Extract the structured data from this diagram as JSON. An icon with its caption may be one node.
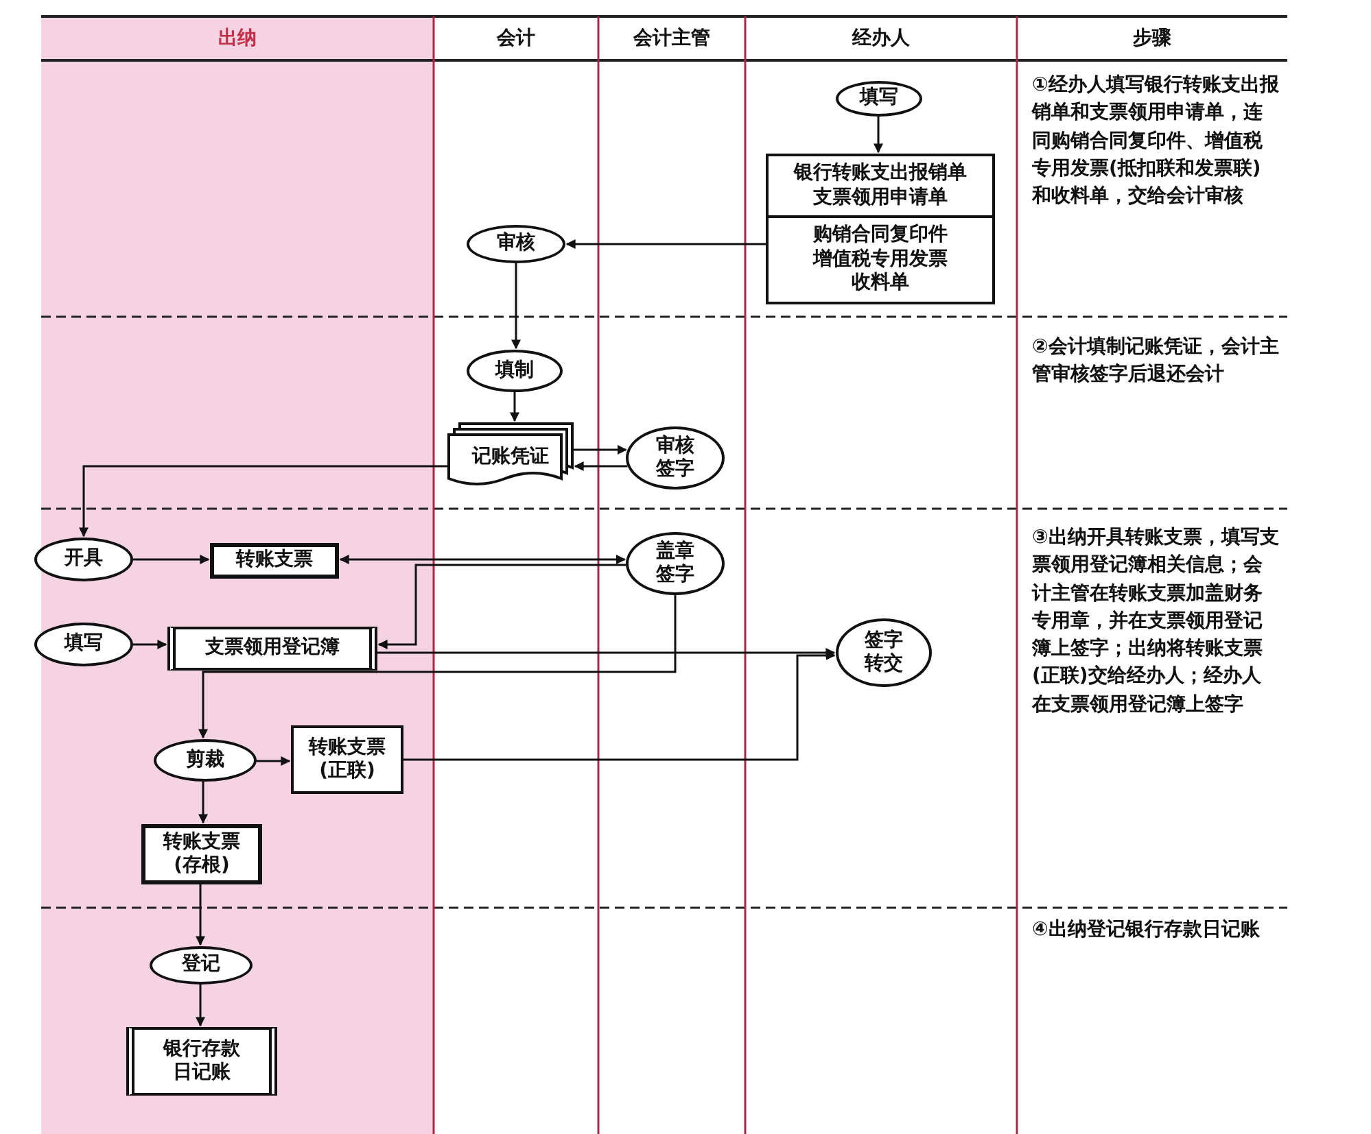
{
  "diagram": {
    "nodes": [
      {
        "text": [
          "填写"
        ]
      },
      {
        "text": [
          "银行转账支出报销单支票领用申请单",
          "购销合同复印件增值税专用发票收料单"
        ]
      },
      {
        "text": [
          "审核"
        ]
      },
      {
        "text": [
          "填制"
        ]
      },
      {
        "text": [
          "记账凭证"
        ]
      },
      {
        "text": [
          "审核签字"
        ]
      },
      {
        "text": [
          "开具"
        ]
      },
      {
        "text": [
          "转账支票"
        ]
      },
      {
        "text": [
          "盖章签字"
        ]
      },
      {
        "text": [
          "填写"
        ]
      },
      {
        "text": [
          "支票领用登记簿"
        ]
      },
      {
        "text": [
          "签字转交"
        ]
      },
      {
        "text": [
          "剪裁"
        ]
      },
      {
        "text": [
          "转账支票(正联)"
        ]
      },
      {
        "text": [
          "转账支票(存根)"
        ]
      },
      {
        "text": [
          "登记"
        ]
      },
      {
        "text": [
          "银行存款日记账"
        ]
      }
    ],
    "edges": [
      {
        "from": 0,
        "to": 1,
        "arrow": "to"
      },
      {
        "from": 1,
        "to": 2,
        "arrow": "to"
      },
      {
        "from": 2,
        "to": 3,
        "arrow": "to"
      },
      {
        "from": 3,
        "to": 4,
        "arrow": "to"
      },
      {
        "from": 4,
        "to": 5,
        "arrow": "to"
      },
      {
        "from": 5,
        "to": 4,
        "arrow": "to"
      },
      {
        "from": 4,
        "to": 6,
        "arrow": "to"
      },
      {
        "from": 6,
        "to": 7,
        "arrow": "to"
      },
      {
        "from": 7,
        "to": 8,
        "arrow": "both"
      },
      {
        "from": 8,
        "to": 10,
        "arrow": "to"
      },
      {
        "from": 9,
        "to": 10,
        "arrow": "to"
      },
      {
        "from": 10,
        "to": 11,
        "arrow": "to"
      },
      {
        "from": 8,
        "to": 12,
        "arrow": "to"
      },
      {
        "from": 12,
        "to": 13,
        "arrow": "to"
      },
      {
        "from": 12,
        "to": 14,
        "arrow": "to"
      },
      {
        "from": 13,
        "to": 11,
        "arrow": "to"
      },
      {
        "from": 14,
        "to": 15,
        "arrow": "to"
      },
      {
        "from": 15,
        "to": 16,
        "arrow": "to"
      }
    ],
    "labels": [
      "出纳",
      "会计",
      "会计主管",
      "经办人",
      "步骤",
      "①经办人填写银行转账支出报销单和支票领用申请单，连同购销合同复印件、增值税专用发票(抵扣联和发票联)和收料单，交给会计审核",
      "②会计填制记账凭证，会计主管审核签字后退还会计",
      "③出纳开具转账支票，填写支票领用登记簿相关信息；会计主管在转账支票加盖财务专用章，并在支票领用登记簿上签字；出纳将转账支票(正联)交给经办人；经办人在支票领用登记簿上签字",
      "④出纳登记银行存款日记账"
    ]
  }
}
